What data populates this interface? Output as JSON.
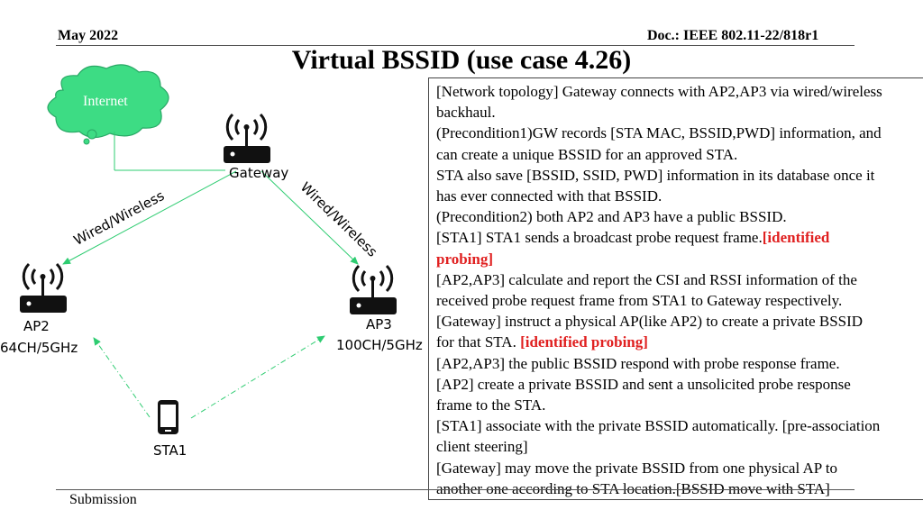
{
  "header": {
    "date": "May 2022",
    "doc": "Doc.: IEEE 802.11-22/818r1",
    "title": "Virtual BSSID (use case 4.26)",
    "footer": "Submission"
  },
  "diagram": {
    "cloud_label": "Internet",
    "gateway_label": "Gateway",
    "link_left_label": "Wired/Wireless",
    "link_right_label": "Wired/Wireless",
    "ap2_name": "AP2",
    "ap2_channel": "64CH/5GHz",
    "ap3_name": "AP3",
    "ap3_channel": "100CH/5GHz",
    "sta_label": "STA1",
    "colors": {
      "cloud": "#3ddc84",
      "links": "#2ecc71",
      "highlight": "#e02020"
    }
  },
  "textbox": {
    "lines": [
      [
        {
          "t": "[Network topology] Gateway connects with AP2,AP3 via wired/wireless"
        }
      ],
      [
        {
          "t": "backhaul."
        }
      ],
      [
        {
          "t": "(Precondition1)GW records [STA MAC, BSSID,PWD] information, and"
        }
      ],
      [
        {
          "t": "can create a unique BSSID for an approved STA."
        }
      ],
      [
        {
          "t": "STA also save [BSSID, SSID, PWD] information in its database once it"
        }
      ],
      [
        {
          "t": "has ever connected with that BSSID."
        }
      ],
      [
        {
          "t": "(Precondition2) both AP2 and AP3 have a public BSSID."
        }
      ],
      [
        {
          "t": "[STA1] STA1 sends a broadcast probe request frame."
        },
        {
          "t": "[identified",
          "r": true
        }
      ],
      [
        {
          "t": "probing]",
          "r": true
        }
      ],
      [
        {
          "t": "[AP2,AP3] calculate and report the CSI and RSSI information of the"
        }
      ],
      [
        {
          "t": "received probe request frame from STA1 to Gateway respectively."
        }
      ],
      [
        {
          "t": "[Gateway] instruct a physical AP(like AP2) to create a private BSSID"
        }
      ],
      [
        {
          "t": "for that STA. "
        },
        {
          "t": "[identified probing]",
          "r": true
        }
      ],
      [
        {
          "t": "[AP2,AP3] the public BSSID respond with probe response frame."
        }
      ],
      [
        {
          "t": "[AP2] create a private BSSID and sent a unsolicited probe response"
        }
      ],
      [
        {
          "t": "frame to the STA."
        }
      ],
      [
        {
          "t": "[STA1] associate with the private BSSID automatically. [pre-association"
        }
      ],
      [
        {
          "t": "client steering]"
        }
      ],
      [
        {
          "t": "[Gateway] may move the  private BSSID from one physical AP to"
        }
      ],
      [
        {
          "t": "another one according to STA location.[BSSID move with STA]"
        }
      ]
    ]
  }
}
